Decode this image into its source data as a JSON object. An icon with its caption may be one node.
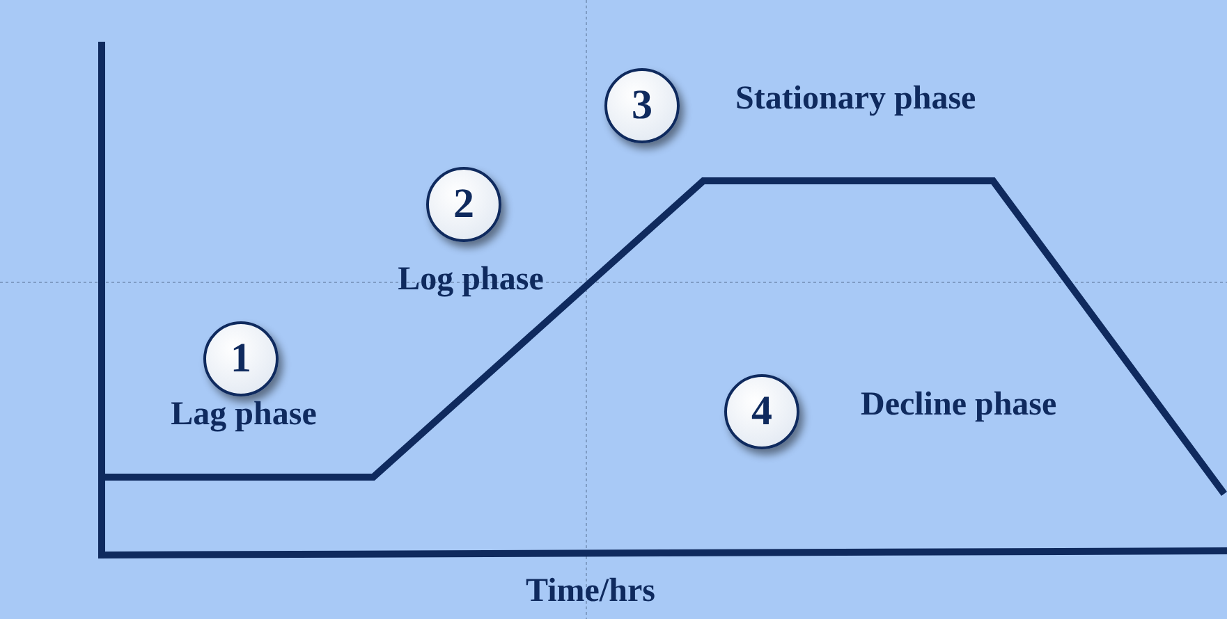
{
  "diagram": {
    "nodes": [
      {
        "text": [
          "1"
        ],
        "beside": [
          "Lag phase"
        ]
      },
      {
        "text": [
          "2"
        ],
        "beside": [
          "Log phase"
        ]
      },
      {
        "text": [
          "3"
        ],
        "beside": [
          "Stationary phase"
        ]
      },
      {
        "text": [
          "4"
        ],
        "beside": [
          "Decline phase"
        ]
      }
    ],
    "labels": [
      "Time/hrs"
    ]
  }
}
